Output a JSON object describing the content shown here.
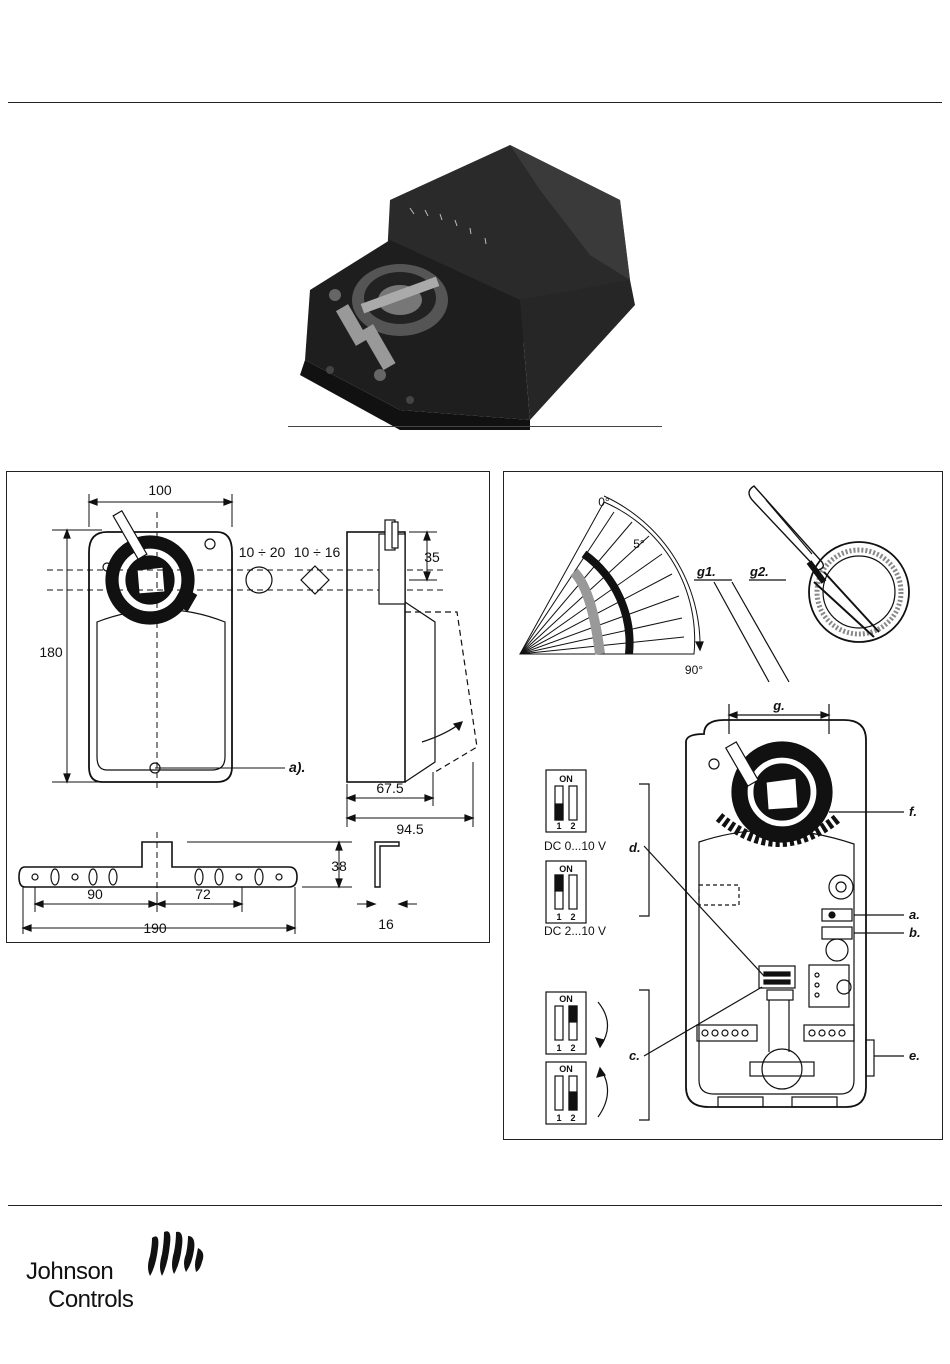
{
  "dimensions": {
    "width_100": "100",
    "height_180": "180",
    "shaft_round": "10 ÷ 20",
    "shaft_square": "10 ÷ 16",
    "depth_35": "35",
    "depth_67": "67.5",
    "depth_94": "94.5",
    "bracket_38": "38",
    "bracket_90": "90",
    "bracket_72": "72",
    "bracket_190": "190",
    "bracket_16": "16",
    "callout_a": "a)."
  },
  "controls": {
    "angle_0": "0°",
    "angle_90": "90°",
    "step_5": "5°",
    "label_g1": "g1.",
    "label_g2": "g2.",
    "label_g": "g.",
    "label_a": "a.",
    "label_b": "b.",
    "label_c": "c.",
    "label_d": "d.",
    "label_e": "e.",
    "label_f": "f.",
    "dip_on": "ON",
    "dip_1": "1",
    "dip_2": "2",
    "dc_0_10": "DC 0...10 V",
    "dc_2_10": "DC 2...10 V"
  },
  "logo": {
    "line1": "Johnson",
    "line2": "Controls"
  }
}
